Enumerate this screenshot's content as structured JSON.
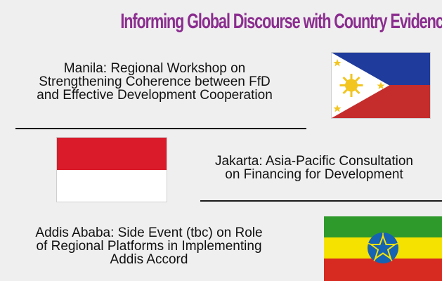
{
  "title": "Informing Global Discourse with Country Evidence",
  "events": [
    {
      "text": "Manila: Regional Workshop on\nStrengthening Coherence between FfD\nand Effective Development Cooperation",
      "flag_icon": "philippines-flag"
    },
    {
      "text": "Jakarta: Asia-Pacific Consultation\non Financing for Development",
      "flag_icon": "indonesia-flag"
    },
    {
      "text": "Addis Ababa: Side Event (tbc) on Role\nof Regional Platforms in Implementing\nAddis Accord",
      "flag_icon": "ethiopia-flag"
    }
  ],
  "colors": {
    "title": "#8b2d8f",
    "background": "#efefef",
    "ph_blue": "#1f3b9c",
    "ph_red": "#c52d2d",
    "ph_sun": "#f2c521",
    "id_red": "#d91b2a",
    "et_green": "#2f9a2c",
    "et_yellow": "#f5e200",
    "et_red": "#d72a20",
    "et_emblem": "#1763b3"
  }
}
